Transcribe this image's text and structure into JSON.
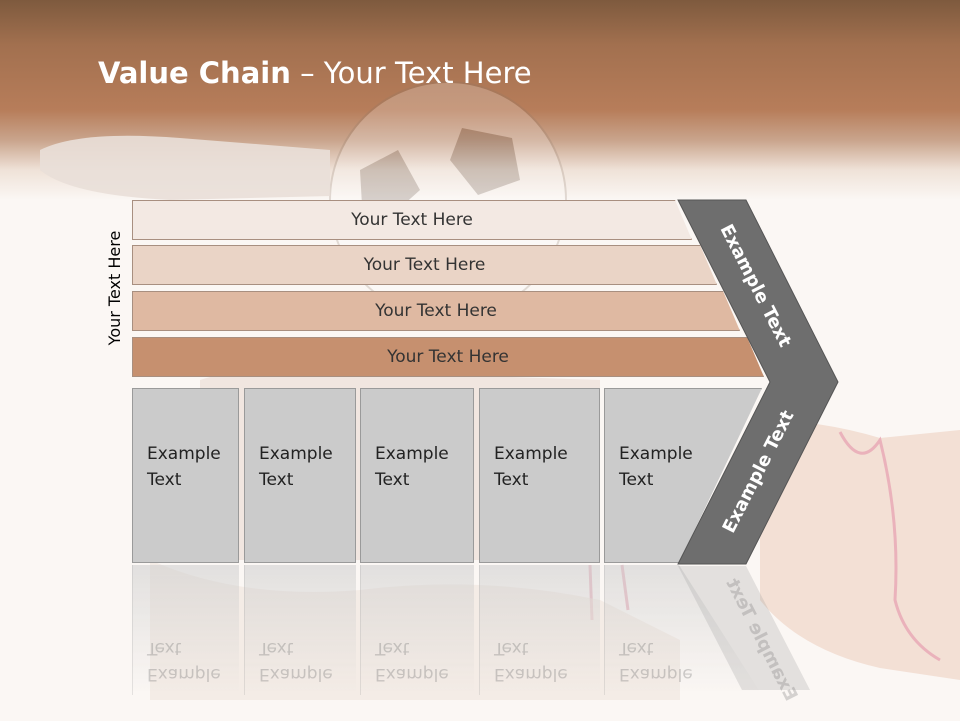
{
  "header": {
    "title_bold": "Value Chain",
    "title_rest": " – Your Text Here"
  },
  "side_label": "Your Text Here",
  "bars": [
    {
      "label": "Your Text Here",
      "color": "#f3e9e3"
    },
    {
      "label": "Your Text Here",
      "color": "#ead4c6"
    },
    {
      "label": "Your Text Here",
      "color": "#dfb9a2"
    },
    {
      "label": "Your Text Here",
      "color": "#c6906f"
    }
  ],
  "columns": [
    {
      "line1": "Example",
      "line2": "Text"
    },
    {
      "line1": "Example",
      "line2": "Text"
    },
    {
      "line1": "Example",
      "line2": "Text"
    },
    {
      "line1": "Example",
      "line2": "Text"
    },
    {
      "line1": "Example",
      "line2": "Text"
    }
  ],
  "chevron": {
    "upper_label": "Example Text",
    "lower_label": "Example Text",
    "color": "#6e6e6e"
  }
}
